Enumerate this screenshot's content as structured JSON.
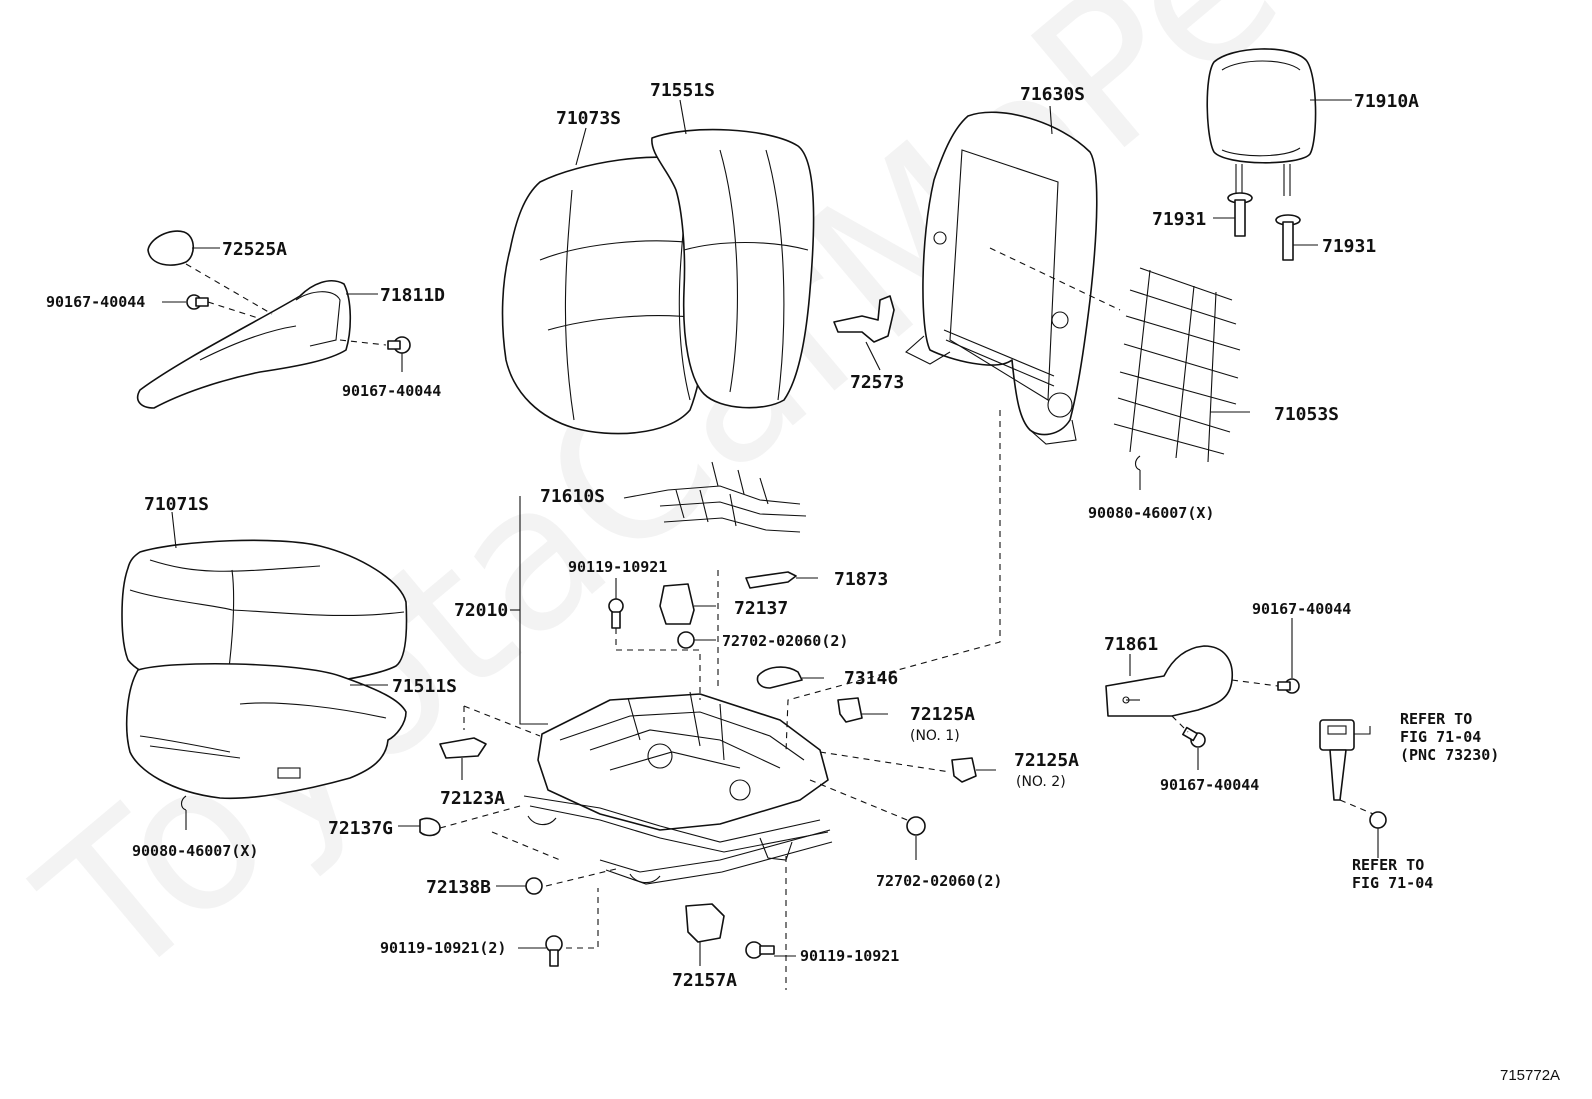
{
  "watermark": "ToyotaCarMoPe.ru",
  "figure_id": "715772A",
  "labels": {
    "p71910A": "71910A",
    "p71630S": "71630S",
    "p71551S": "71551S",
    "p71073S": "71073S",
    "p72525A": "72525A",
    "p71811D": "71811D",
    "p90167_a": "90167-40044",
    "p90167_b": "90167-40044",
    "p71931_a": "71931",
    "p71931_b": "71931",
    "p72573": "72573",
    "p71053S": "71053S",
    "p90080_a": "90080-46007(X)",
    "p71071S": "71071S",
    "p71610S": "71610S",
    "p90119_a": "90119-10921",
    "p71873": "71873",
    "p72010": "72010",
    "p72137": "72137",
    "p72702_a": "72702-02060(2)",
    "p73146": "73146",
    "p71511S": "71511S",
    "p72125A_1": "72125A",
    "p72125A_1_note": "(NO. 1)",
    "p72125A_2": "72125A",
    "p72125A_2_note": "(NO. 2)",
    "p72123A": "72123A",
    "p72137G": "72137G",
    "p90080_b": "90080-46007(X)",
    "p72702_b": "72702-02060(2)",
    "p72138B": "72138B",
    "p90119_b": "90119-10921(2)",
    "p72157A": "72157A",
    "p90119_c": "90119-10921",
    "p90167_c": "90167-40044",
    "p71861": "71861",
    "p90167_d": "90167-40044",
    "refer1_line1": "REFER TO",
    "refer1_line2": "FIG 71-04",
    "refer1_line3": "(PNC 73230)",
    "refer2_line1": "REFER TO",
    "refer2_line2": "FIG 71-04"
  }
}
